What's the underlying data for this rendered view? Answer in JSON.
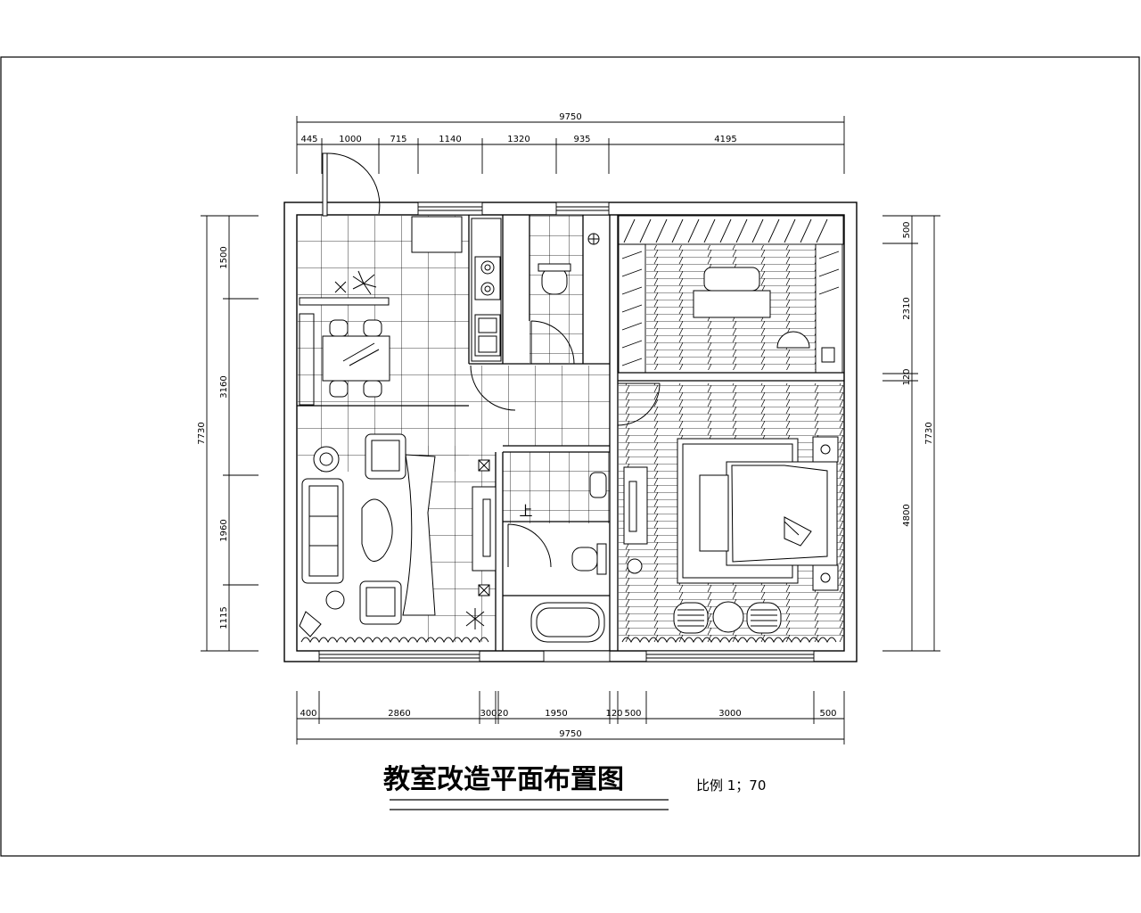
{
  "title": "教室改造平面布置图",
  "scale_label": "比例 1；70",
  "stair_label": "上",
  "dims": {
    "top_total": "9750",
    "top": [
      "445",
      "1000",
      "715",
      "1140",
      "1320",
      "935",
      "4195"
    ],
    "bottom_total": "9750",
    "bottom": [
      "400",
      "2860",
      "300",
      "20",
      "1950",
      "120",
      "500",
      "3000",
      "500"
    ],
    "left_total": "7730",
    "left": [
      "1500",
      "3160",
      "1960",
      "1115"
    ],
    "right_total": "7730",
    "right": [
      "500",
      "2310",
      "120",
      "4800"
    ]
  },
  "colors": {
    "line": "#000000",
    "background": "#ffffff"
  }
}
